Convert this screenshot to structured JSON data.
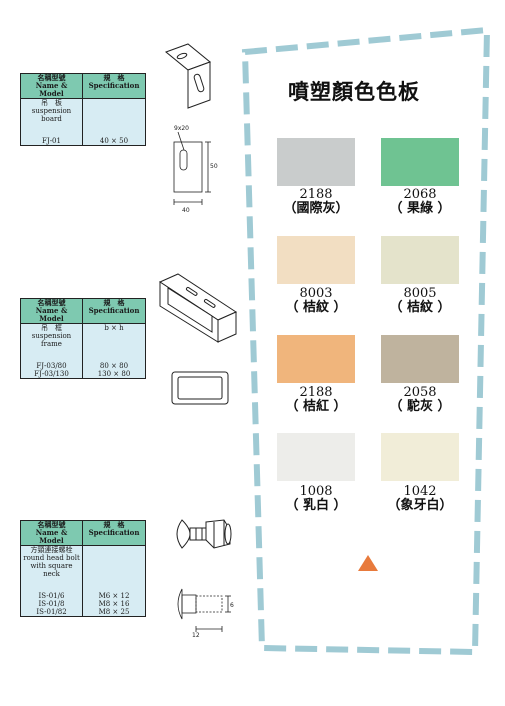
{
  "palette": {
    "title": "噴塑顏色色板",
    "frame_color": "#9fcad4",
    "swatches": [
      {
        "code": "2188",
        "name": "（國際灰）",
        "color": "#c9cccc"
      },
      {
        "code": "2068",
        "name": "（ 果綠 ）",
        "color": "#6fc392"
      },
      {
        "code": "8003",
        "name": "（ 桔紋 ）",
        "color": "#f2dec2"
      },
      {
        "code": "8005",
        "name": "（ 桔紋 ）",
        "color": "#e4e3cb"
      },
      {
        "code": "2188",
        "name": "（ 桔紅 ）",
        "color": "#f0b57c"
      },
      {
        "code": "2058",
        "name": "（ 駝灰 ）",
        "color": "#bfb39e"
      },
      {
        "code": "1008",
        "name": "（ 乳白 ）",
        "color": "#ededea"
      },
      {
        "code": "1042",
        "name": "（象牙白）",
        "color": "#f1edd8"
      }
    ],
    "marker_color": "#e87a3c"
  },
  "tables": [
    {
      "header_name_cn": "名稱型號",
      "header_name_en": "Name & Model",
      "header_spec_cn": "規　格",
      "header_spec_en": "Specification",
      "product_cn": "吊　板",
      "product_en": "suspension board",
      "spec_title": "",
      "rows": [
        {
          "model": "FJ-01",
          "spec": "40 × 50"
        }
      ]
    },
    {
      "header_name_cn": "名稱型號",
      "header_name_en": "Name & Model",
      "header_spec_cn": "規　格",
      "header_spec_en": "Specification",
      "product_cn": "吊　框",
      "product_en": "suspension frame",
      "spec_title": "b × h",
      "rows": [
        {
          "model": "FJ-03/80",
          "spec": "80 × 80"
        },
        {
          "model": "FJ-03/130",
          "spec": "130 × 80"
        }
      ]
    },
    {
      "header_name_cn": "名稱型號",
      "header_name_en": "Name & Model",
      "header_spec_cn": "規　格",
      "header_spec_en": "Specification",
      "product_cn": "方頸連接螺栓",
      "product_en": "round head bolt with square neck",
      "spec_title": "",
      "rows": [
        {
          "model": "IS-01/6",
          "spec": "M6 × 12"
        },
        {
          "model": "IS-01/8",
          "spec": "M8 × 16"
        },
        {
          "model": "IS-01/82",
          "spec": "M8 × 25"
        }
      ]
    }
  ],
  "drawings": {
    "board": {
      "hole_label": "9x20",
      "width_label": "40",
      "height_label": "50"
    },
    "bolt": {
      "diameter_label": "6",
      "length_label": "12"
    }
  }
}
